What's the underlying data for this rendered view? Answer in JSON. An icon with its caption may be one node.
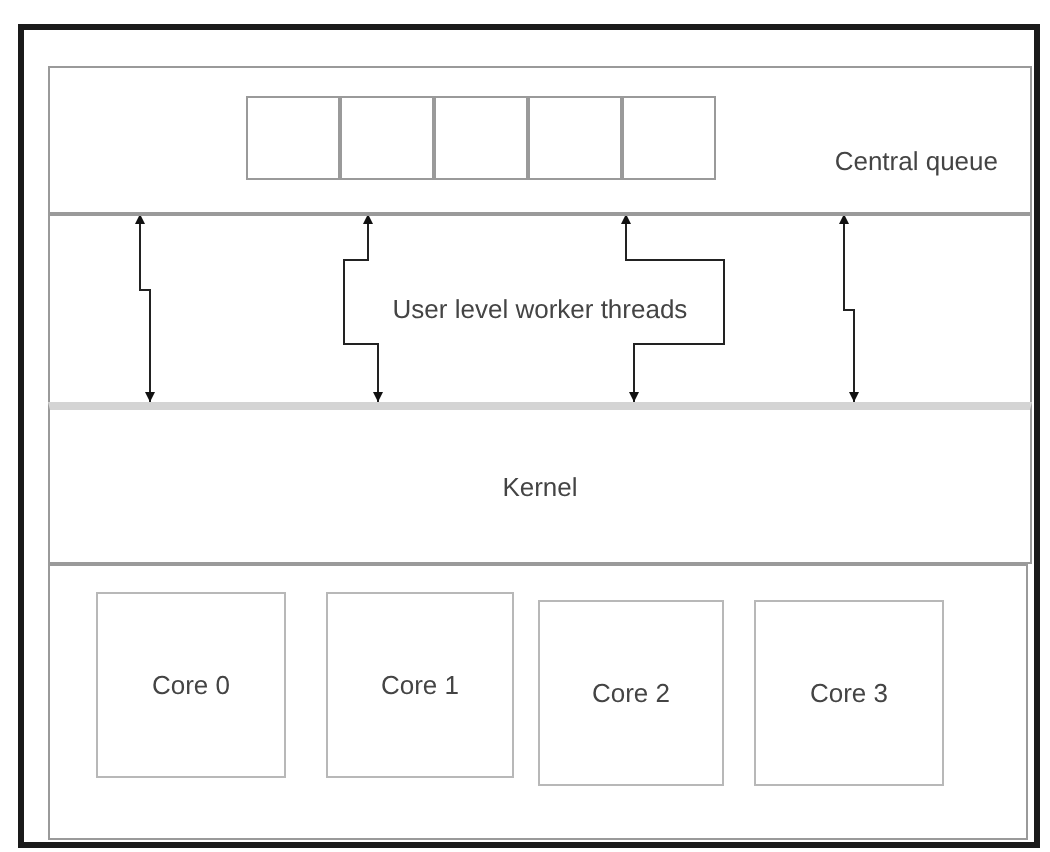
{
  "diagram": {
    "nodes": [
      {
        "text": [],
        "shape": "box"
      },
      {
        "text": [
          "Central queue"
        ],
        "in": 0
      },
      {
        "text": [],
        "shape": "box",
        "in": 1
      },
      {
        "text": [],
        "shape": "box",
        "in": 1
      },
      {
        "text": [],
        "shape": "box",
        "in": 1
      },
      {
        "text": [],
        "shape": "box",
        "in": 1
      },
      {
        "text": [],
        "shape": "box",
        "in": 1
      },
      {
        "text": [
          "Kernel"
        ],
        "in": 0
      },
      {
        "text": [],
        "shape": "box",
        "in": 0
      },
      {
        "text": [
          "Core 0"
        ],
        "in": 8
      },
      {
        "text": [
          "Core 1"
        ],
        "in": 8
      },
      {
        "text": [
          "Core 2"
        ],
        "in": 8
      },
      {
        "text": [
          "Core 3"
        ],
        "in": 8
      }
    ],
    "edges": [
      {
        "from": 1,
        "to": 7,
        "arrow": "both"
      },
      {
        "from": 1,
        "to": 7,
        "arrow": "both"
      },
      {
        "from": 1,
        "to": 7,
        "arrow": "both"
      },
      {
        "from": 1,
        "to": 7,
        "arrow": "both"
      }
    ],
    "labels": [
      "User level worker threads"
    ]
  }
}
